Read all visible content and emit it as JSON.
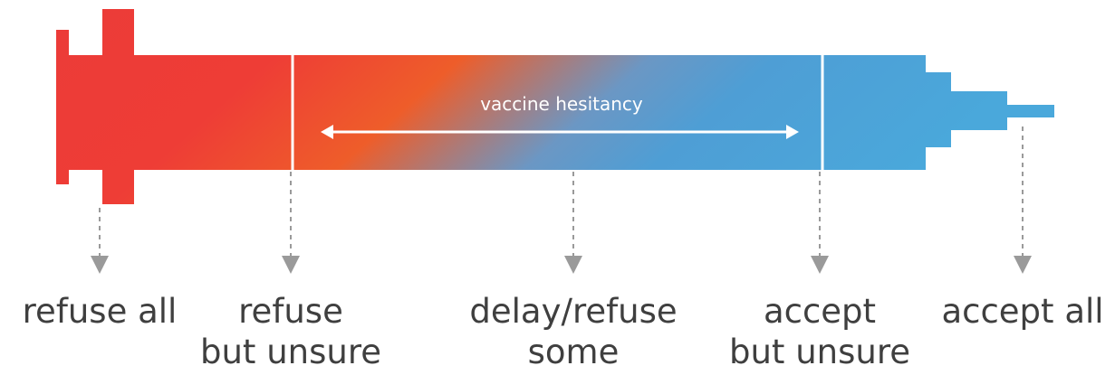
{
  "diagram": {
    "barrel_label": "vaccine hesitancy",
    "colors": {
      "red": "#ec3b38",
      "orange": "#ee5d2a",
      "blue": "#4e9ed5",
      "arrow": "#9a9a9a",
      "text": "#3f3f3f",
      "divider": "#ffffff"
    },
    "categories": [
      {
        "line1": "refuse all",
        "line2": ""
      },
      {
        "line1": "refuse",
        "line2": "but unsure"
      },
      {
        "line1": "delay/refuse",
        "line2": "some"
      },
      {
        "line1": "accept",
        "line2": "but unsure"
      },
      {
        "line1": "accept all",
        "line2": ""
      }
    ]
  }
}
